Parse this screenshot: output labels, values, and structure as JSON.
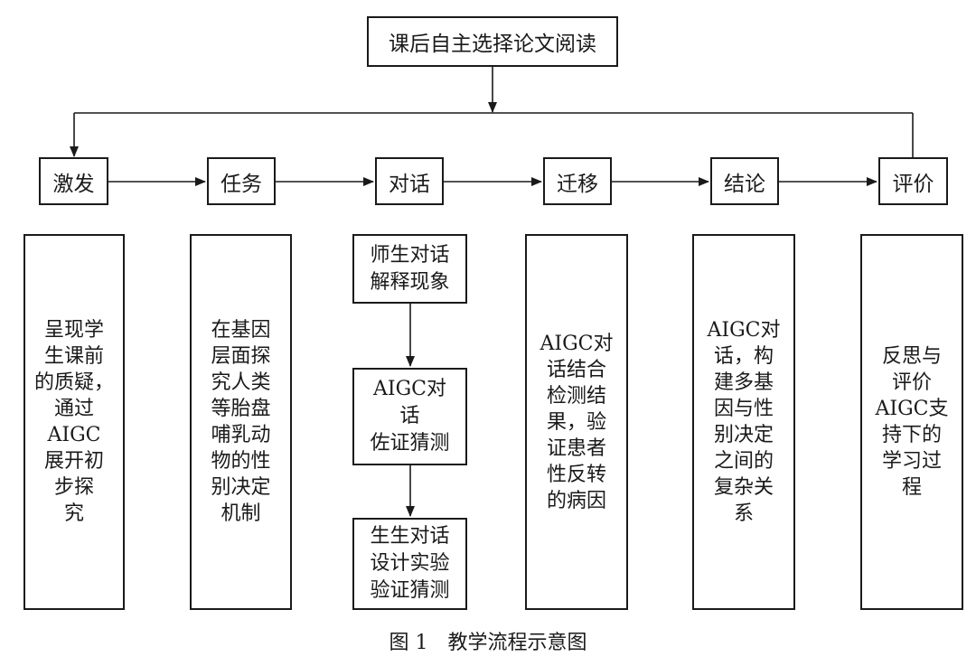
{
  "top_box": "课后自主选择论文阅读",
  "stages": [
    "激发",
    "任务",
    "对话",
    "迁移",
    "结论",
    "评价"
  ],
  "details": {
    "jifa": "呈现学\n生课前\n的质疑，\n通过\nAIGC\n展开初\n步探\n究",
    "renwu": "在基因\n层面探\n究人类\n等胎盘\n哺乳动\n物的性\n别决定\n机制",
    "qianyi": "AIGC对\n话结合\n检测结\n果，验\n证患者\n性反转\n的病因",
    "jielun": "AIGC对\n话，构\n建多基\n因与性\n别决定\n之间的\n复杂关\n系",
    "pingjia": "反思与\n评价\nAIGC支\n持下的\n学习过\n程"
  },
  "dialogue_steps": [
    "师生对话\n解释现象",
    "AIGC对\n话\n佐证猜测",
    "生生对话\n设计实验\n验证猜测"
  ],
  "caption": "图 1　教学流程示意图"
}
